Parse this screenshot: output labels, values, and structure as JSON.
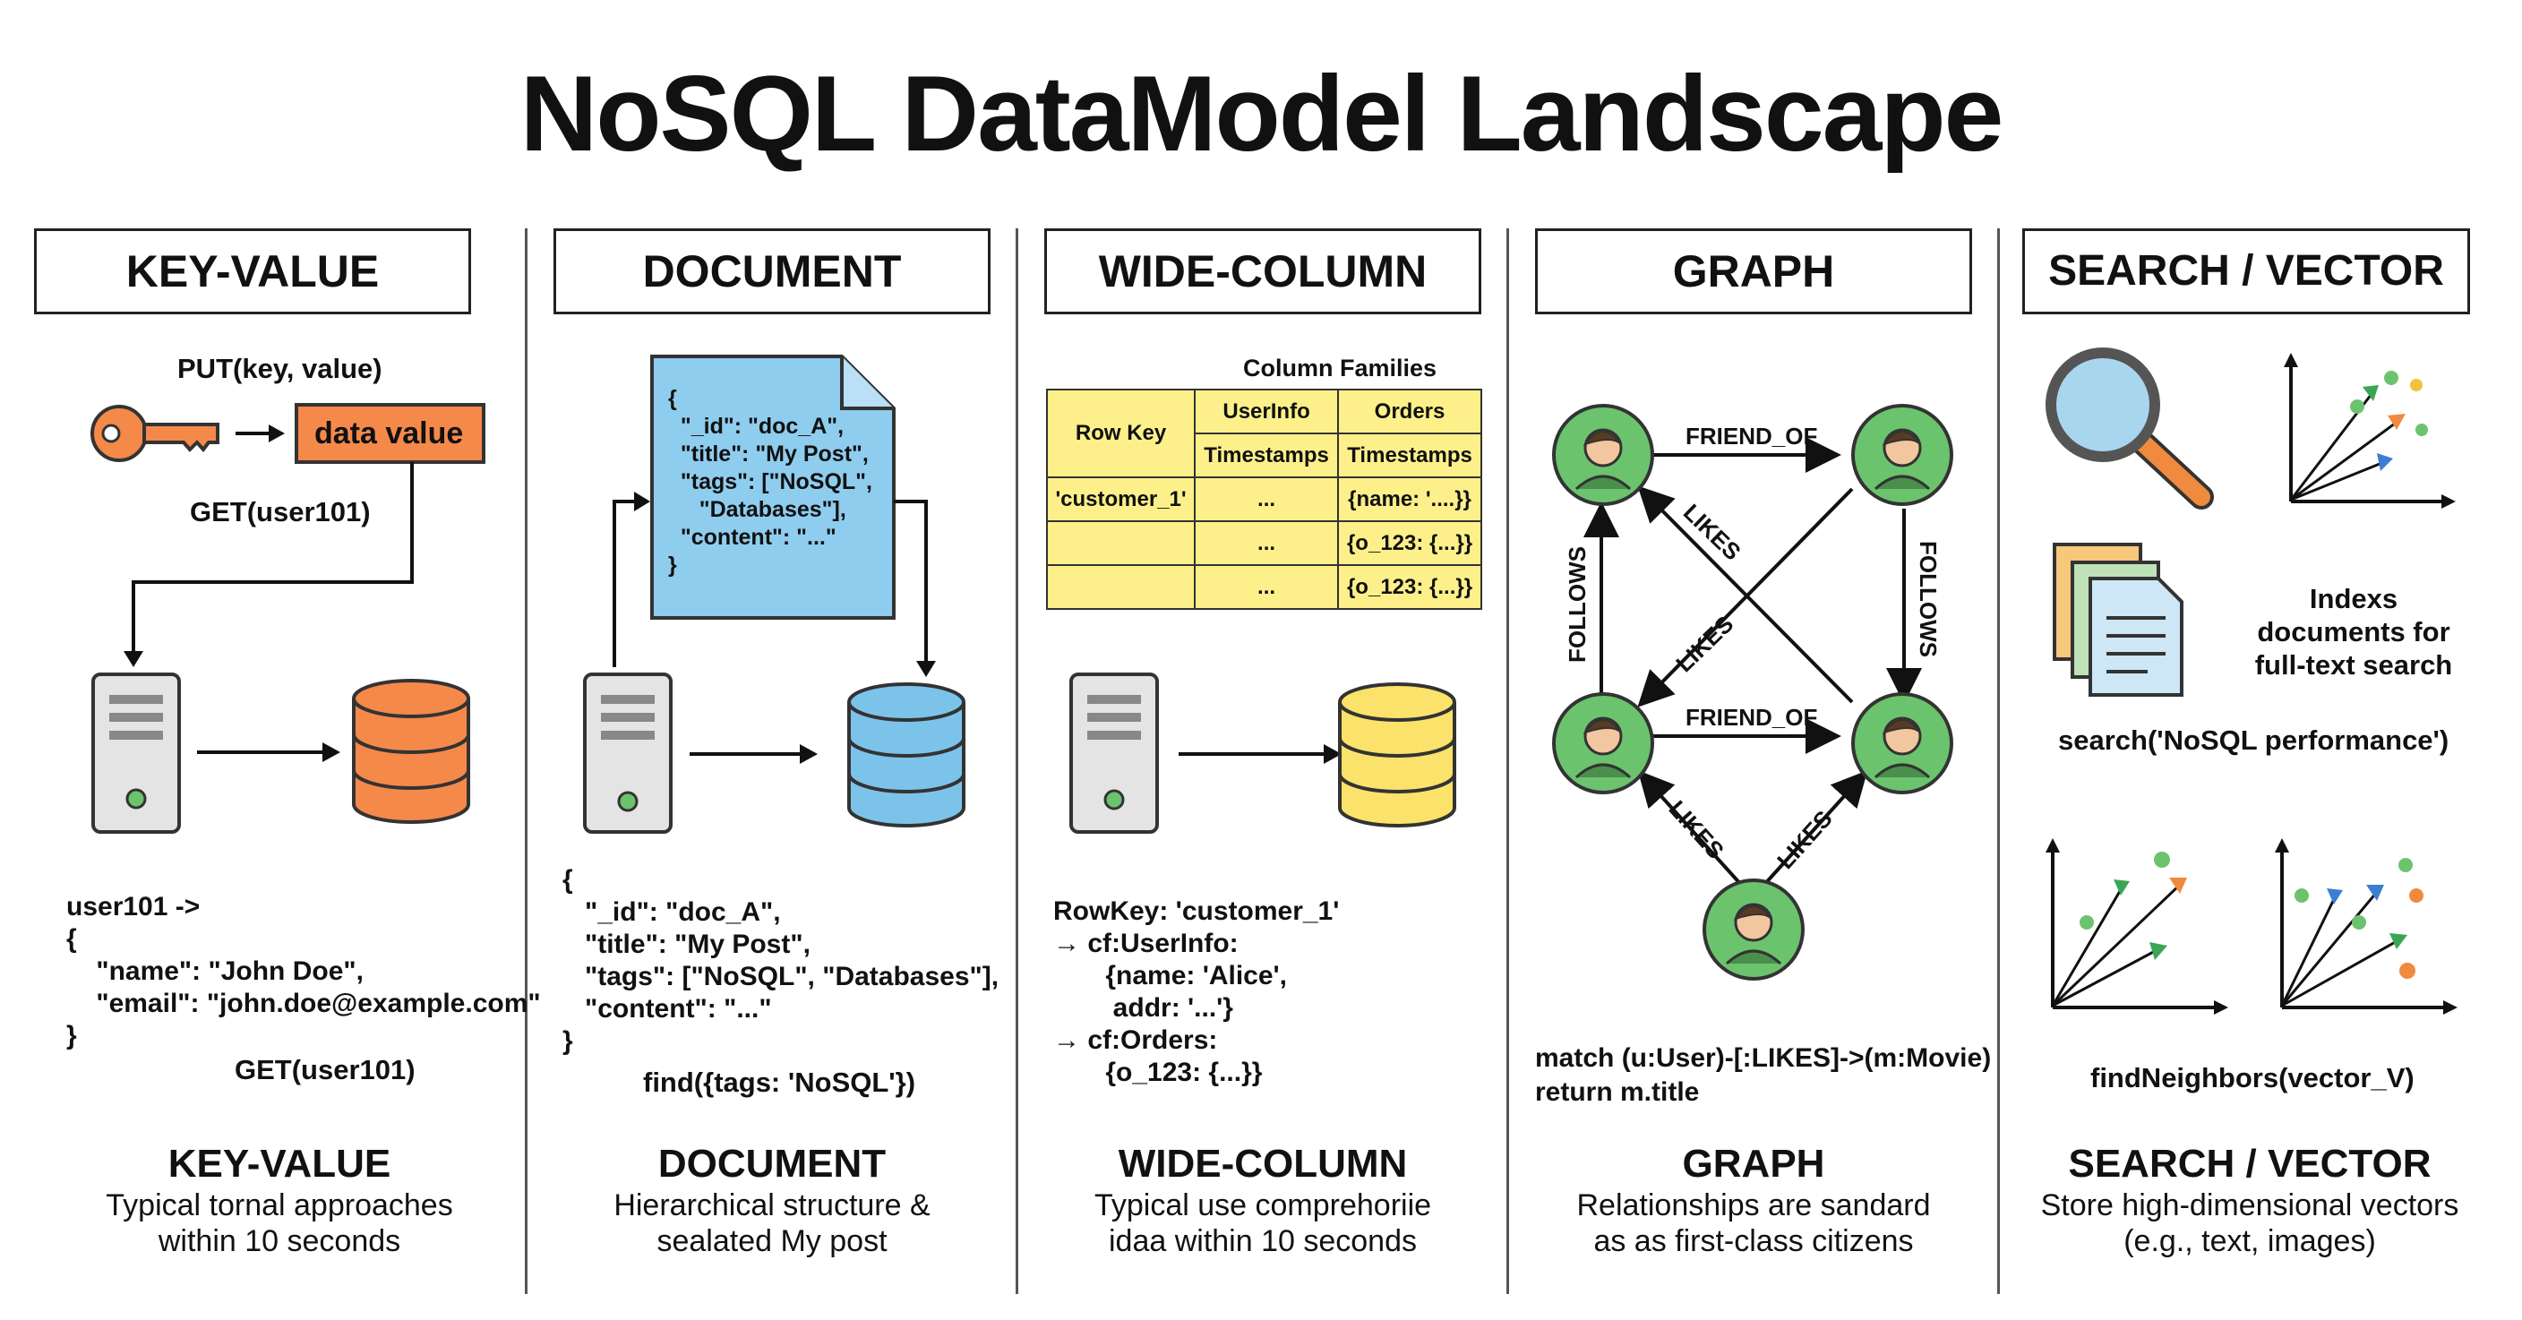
{
  "title": "NoSQL DataModel Landscape",
  "columns": {
    "kv": {
      "header": "KEY-VALUE",
      "put_label": "PUT(key, value)",
      "value_box": "data value",
      "get_label": "GET(user101)",
      "code": "user101 ->\n{\n    \"name\": \"John Doe\",\n    \"email\": \"john.doe@example.com\"\n}",
      "get_label_2": "GET(user101)",
      "footer_title": "KEY-VALUE",
      "footer_desc": "Typical tornal approaches\nwithin 10 seconds",
      "db_color": "#f5894a"
    },
    "doc": {
      "header": "DOCUMENT",
      "doc_json": "{\n  \"_id\": \"doc_A\",\n  \"title\": \"My Post\",\n  \"tags\": [\"NoSQL\",\n     \"Databases\"],\n  \"content\": \"...\"\n}",
      "code": "{\n   \"_id\": \"doc_A\",\n   \"title\": \"My Post\",\n   \"tags\": [\"NoSQL\", \"Databases\"],\n   \"content\": \"...\"\n}",
      "query": "find({tags: 'NoSQL'})",
      "footer_title": "DOCUMENT",
      "footer_desc": "Hierarchical structure &\nsealated My post",
      "db_color": "#7cc3ea"
    },
    "wide": {
      "header": "WIDE-COLUMN",
      "families_label": "Column Families",
      "table": {
        "row_key": "Row Key",
        "family_1": "UserInfo",
        "family_2": "Orders",
        "sub_1": "Timestamps",
        "sub_2": "Timestamps",
        "rows": [
          [
            "'customer_1'",
            "...",
            "{name: '....}}"
          ],
          [
            "",
            "...",
            "{o_123: {...}}"
          ],
          [
            "",
            "...",
            "{o_123: {...}}"
          ]
        ]
      },
      "code": "RowKey: 'customer_1'\n→ cf:UserInfo:\n       {name: 'Alice',\n        addr: '...'}\n→ cf:Orders:\n       {o_123: {...}}",
      "footer_title": "WIDE-COLUMN",
      "footer_desc": "Typical use comprehoriie\nidaa within 10 seconds",
      "db_color": "#fbe26a"
    },
    "graph": {
      "header": "GRAPH",
      "edges": {
        "friend_top": "FRIEND_OF",
        "friend_mid": "FRIEND_OF",
        "follows_left": "FOLLOWS",
        "follows_right": "FOLLOWS",
        "likes_1": "LIKES",
        "likes_2": "LIKES",
        "likes_3": "LIKES",
        "likes_4": "LIKES"
      },
      "query": "match (u:User)-[:LIKES]->(m:Movie)\nreturn m.title",
      "footer_title": "GRAPH",
      "footer_desc": "Relationships are sandard\nas as first-class citizens",
      "node_color": "#6cc36e"
    },
    "search": {
      "header": "SEARCH / VECTOR",
      "index_text": "Indexs\ndocuments for\nfull-text search",
      "search_query": "search('NoSQL performance')",
      "vector_query": "findNeighbors(vector_V)",
      "footer_title": "SEARCH / VECTOR",
      "footer_desc": "Store high-dimensional vectors\n(e.g., text, images)"
    }
  }
}
